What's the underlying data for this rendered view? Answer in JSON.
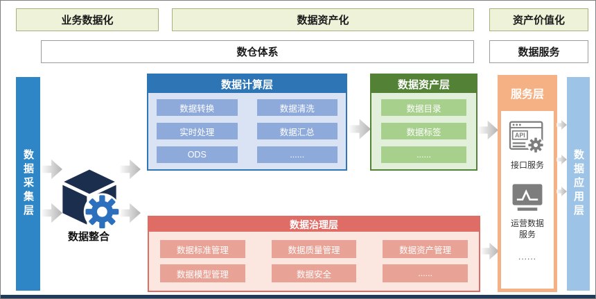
{
  "banners": [
    {
      "label": "业务数据化"
    },
    {
      "label": "数据资产化"
    },
    {
      "label": "资产价值化"
    }
  ],
  "row2": {
    "warehouse_label": "数仓体系",
    "data_service_label": "数据服务"
  },
  "collection_bar": {
    "label": "数据采集层"
  },
  "integration": {
    "label": "数据整合"
  },
  "compute_layer": {
    "title": "数据计算层",
    "items": [
      "数据转换",
      "数据清洗",
      "实时处理",
      "数据汇总",
      "ODS",
      "......"
    ]
  },
  "asset_layer": {
    "title": "数据资产层",
    "items": [
      "数据目录",
      "数据标签",
      "......"
    ]
  },
  "service_layer": {
    "title": "服务层",
    "api_label": "接口服务",
    "api_icon_text": "API",
    "ops_label": "运营数据服务",
    "more_label": "......"
  },
  "governance_layer": {
    "title": "数据治理层",
    "items": [
      "数据标准管理",
      "数据质量管理",
      "数据资产管理",
      "数据模型管理",
      "数据安全",
      "......"
    ]
  },
  "application_bar": {
    "label": "数据应用层"
  },
  "colors": {
    "banner_green": "#eef2d8",
    "collection_blue": "#2f86c7",
    "application_blue": "#9dc3e6",
    "compute_header": "#2e75b6",
    "compute_body": "#dae3f3",
    "compute_item": "#8eaadb",
    "asset_header": "#538135",
    "asset_body": "#e2efda",
    "asset_item": "#a8d08d",
    "service_orange": "#f5b183",
    "governance_header": "#e06c66",
    "governance_body": "#fbe7df",
    "governance_item": "#e9a296",
    "cube_navy": "#1c2e4d",
    "gear_blue": "#2b6fbd",
    "baseline_navy": "#203a5c"
  }
}
